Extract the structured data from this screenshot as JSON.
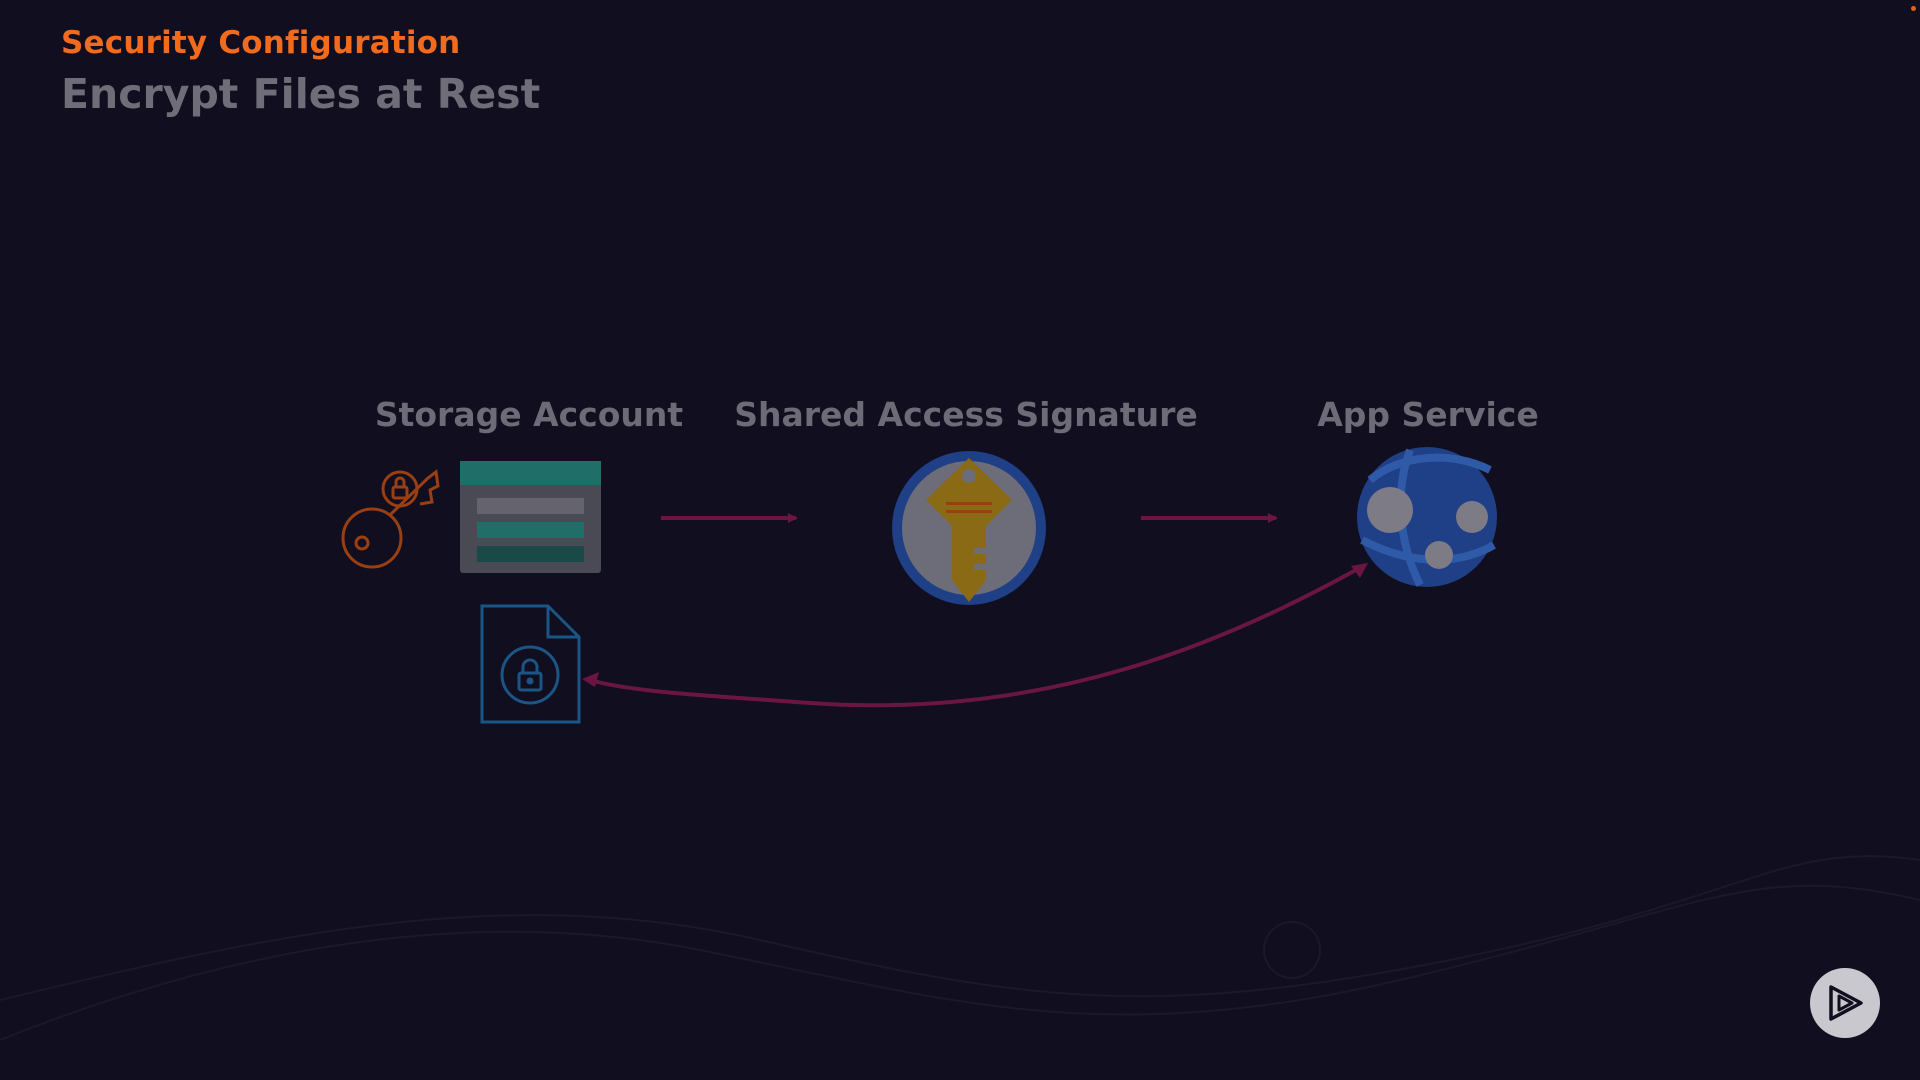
{
  "header": {
    "eyebrow": "Security Configuration",
    "title": "Encrypt Files at Rest"
  },
  "nodes": [
    {
      "id": "storage-account",
      "label": "Storage Account",
      "icon": "storage-account-icon"
    },
    {
      "id": "shared-access-signature",
      "label": "Shared Access Signature",
      "icon": "key-vault-icon"
    },
    {
      "id": "app-service",
      "label": "App Service",
      "icon": "app-service-globe-icon"
    }
  ],
  "extra_icons": [
    "storage-key-icon",
    "encrypted-file-icon",
    "play-logo-icon"
  ],
  "connections": [
    {
      "from": "storage-account",
      "to": "shared-access-signature"
    },
    {
      "from": "shared-access-signature",
      "to": "app-service"
    },
    {
      "from": "app-service",
      "to": "encrypted-file"
    }
  ],
  "colors": {
    "background": "#100e1f",
    "eyebrow": "#f26b1d",
    "title": "#6f6d78",
    "arrow": "#6b1640",
    "storage_teal": "#1f6e67",
    "key_gold": "#8a6a14",
    "globe_blue": "#1f3f86",
    "file_blue": "#1a5585",
    "key_orange": "#9a3f12"
  }
}
